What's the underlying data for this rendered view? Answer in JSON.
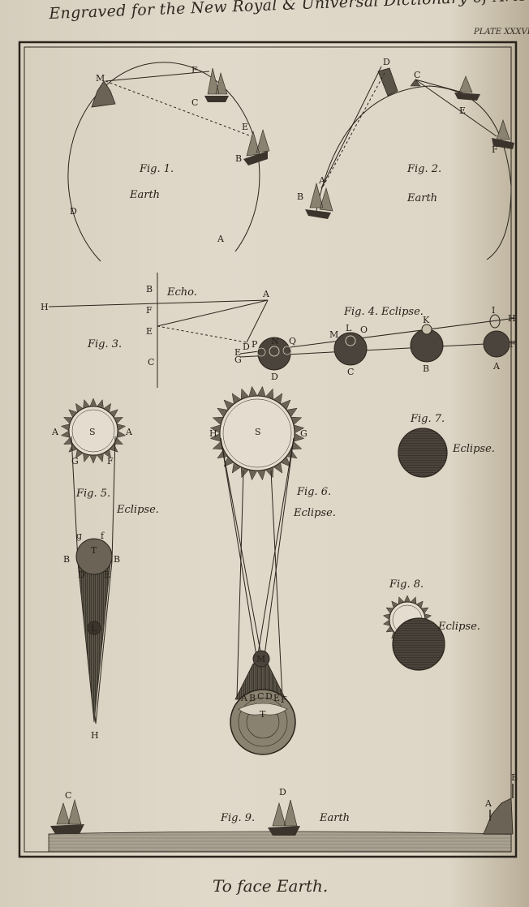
{
  "header": {
    "title": "Engraved for the New Royal & Universal Dictionary of Arts & Sciences",
    "plate": "PLATE XXXVI"
  },
  "footer": {
    "caption": "To face Earth."
  },
  "figures": {
    "fig1": {
      "caption": "Fig. 1.",
      "word": "Earth",
      "labels": [
        "M",
        "F",
        "C",
        "E",
        "B",
        "D",
        "A"
      ]
    },
    "fig2": {
      "caption": "Fig. 2.",
      "word": "Earth",
      "labels": [
        "D",
        "C",
        "E",
        "F",
        "A",
        "B"
      ]
    },
    "fig3": {
      "caption": "Fig. 3.",
      "word": "Echo.",
      "labels": [
        "H",
        "B",
        "F",
        "E",
        "C",
        "A",
        "D"
      ]
    },
    "fig4": {
      "caption": "Fig. 4.",
      "word": "Eclipse.",
      "labels": [
        "E",
        "G",
        "P",
        "N",
        "Q",
        "D",
        "M",
        "L",
        "O",
        "C",
        "K",
        "B",
        "I",
        "H",
        "A",
        "F"
      ]
    },
    "fig5": {
      "caption": "Fig. 5.",
      "word": "Eclipse.",
      "labels": [
        "A",
        "S",
        "A",
        "G",
        "F",
        "g",
        "f",
        "B",
        "T",
        "B",
        "D",
        "E",
        "L",
        "H"
      ]
    },
    "fig6": {
      "caption": "Fig. 6.",
      "word": "Eclipse.",
      "labels": [
        "H",
        "S",
        "G",
        "M",
        "A",
        "B",
        "C",
        "D",
        "E",
        "F",
        "T"
      ]
    },
    "fig7": {
      "caption": "Fig. 7.",
      "word": "Eclipse."
    },
    "fig8": {
      "caption": "Fig. 8.",
      "word": "Eclipse."
    },
    "fig9": {
      "caption": "Fig. 9.",
      "word": "Earth",
      "labels": [
        "C",
        "D",
        "B",
        "A"
      ]
    }
  },
  "colors": {
    "paper": "#ddd5c5",
    "ink": "#2a241c",
    "dark-disc": "#4a443c"
  }
}
